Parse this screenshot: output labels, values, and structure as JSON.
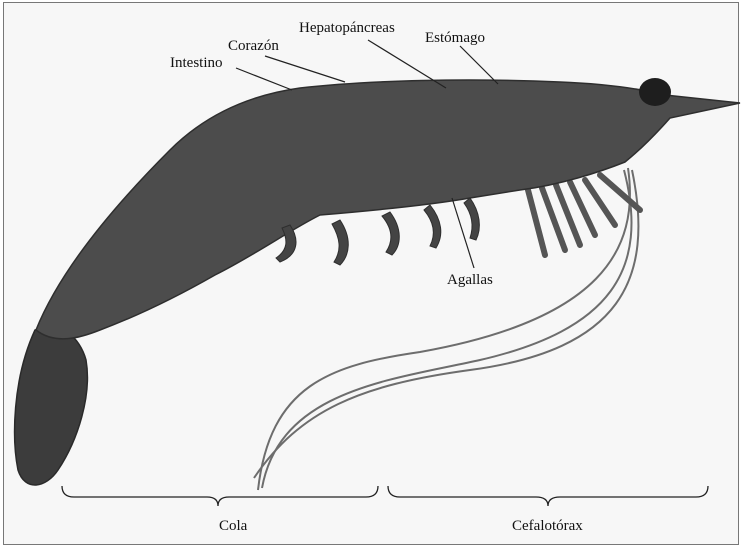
{
  "labels": {
    "intestino": "Intestino",
    "corazon": "Corazón",
    "hepatopancreas": "Hepatopáncreas",
    "estomago": "Estómago",
    "agallas": "Agallas",
    "cola": "Cola",
    "cefalotorax": "Cefalotórax"
  },
  "colors": {
    "body": "#4c4c4c",
    "outline": "#2e2e2e",
    "lines": "#222222",
    "frame": "#777777"
  }
}
